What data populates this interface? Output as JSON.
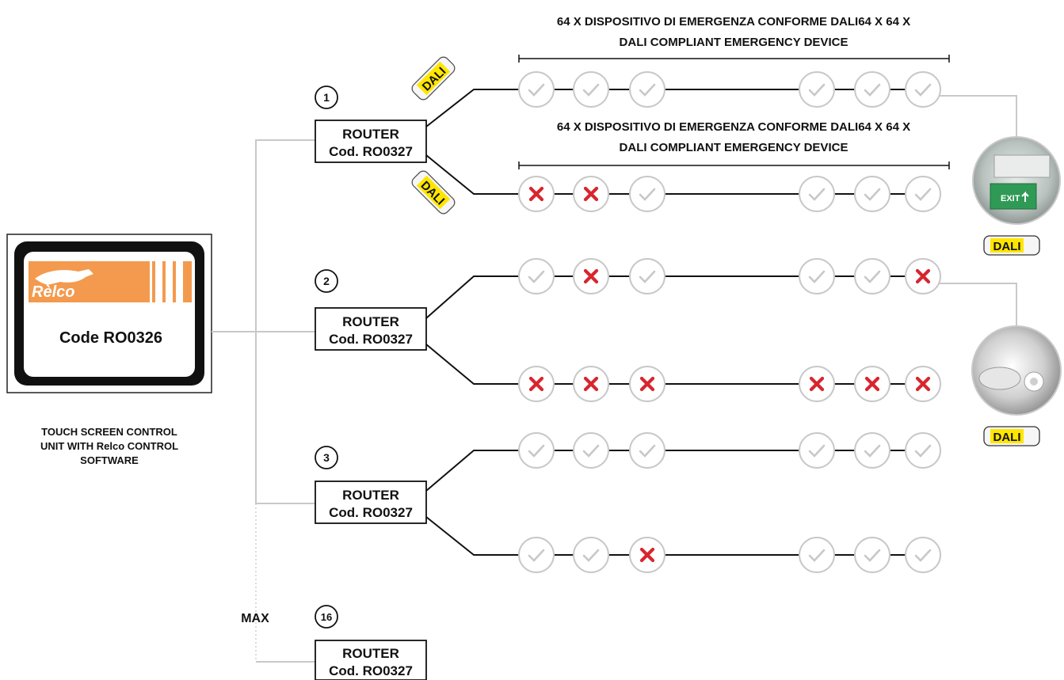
{
  "controller": {
    "brand": "Rèlco",
    "code": "Code RO0326",
    "caption": [
      "TOUCH SCREEN CONTROL",
      "UNIT WITH Relco CONTROL",
      "SOFTWARE"
    ]
  },
  "max_label": "MAX",
  "routers": [
    {
      "number": "1",
      "title": "ROUTER",
      "code": "Cod. RO0327"
    },
    {
      "number": "2",
      "title": "ROUTER",
      "code": "Cod. RO0327"
    },
    {
      "number": "3",
      "title": "ROUTER",
      "code": "Cod. RO0327"
    },
    {
      "number": "16",
      "title": "ROUTER",
      "code": "Cod. RO0327"
    }
  ],
  "device_line_caption": [
    "64 X DISPOSITIVO DI EMERGENZA CONFORME DALI64 X 64 X",
    "DALI COMPLIANT EMERGENCY DEVICE"
  ],
  "dali_tag": "DALI",
  "exit_sign_text": "EXIT",
  "lines": [
    {
      "status": [
        "ok",
        "ok",
        "ok",
        "ok",
        "ok",
        "ok"
      ]
    },
    {
      "status": [
        "fail",
        "fail",
        "ok",
        "ok",
        "ok",
        "ok"
      ]
    },
    {
      "status": [
        "ok",
        "fail",
        "ok",
        "ok",
        "ok",
        "fail"
      ]
    },
    {
      "status": [
        "fail",
        "fail",
        "fail",
        "fail",
        "fail",
        "fail"
      ]
    },
    {
      "status": [
        "ok",
        "ok",
        "ok",
        "ok",
        "ok",
        "ok"
      ]
    },
    {
      "status": [
        "ok",
        "ok",
        "fail",
        "ok",
        "ok",
        "ok"
      ]
    }
  ],
  "colors": {
    "accent": "#f39a4e",
    "fail": "#d7262e",
    "ok": "#c8c8c8",
    "dali_yellow": "#ffe600"
  }
}
